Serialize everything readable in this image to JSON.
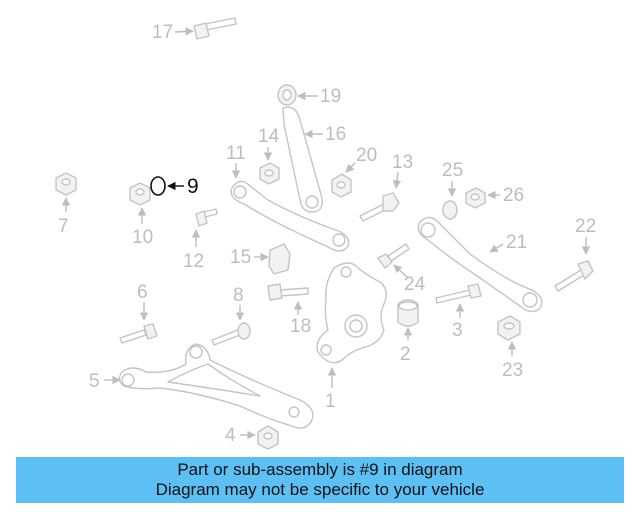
{
  "diagram": {
    "highlighted_part": "9",
    "callouts": [
      "1",
      "2",
      "3",
      "4",
      "5",
      "6",
      "7",
      "8",
      "9",
      "10",
      "11",
      "12",
      "13",
      "14",
      "15",
      "16",
      "17",
      "18",
      "19",
      "20",
      "21",
      "22",
      "23",
      "24",
      "25",
      "26"
    ]
  },
  "banner": {
    "line1": "Part or sub-assembly is #9 in diagram",
    "line2": "Diagram may not be specific to your vehicle",
    "color": "#5cc0f5"
  },
  "colors": {
    "parts": "#c4c4c4",
    "labels": "#bdbdbd",
    "highlight": "#111111"
  }
}
